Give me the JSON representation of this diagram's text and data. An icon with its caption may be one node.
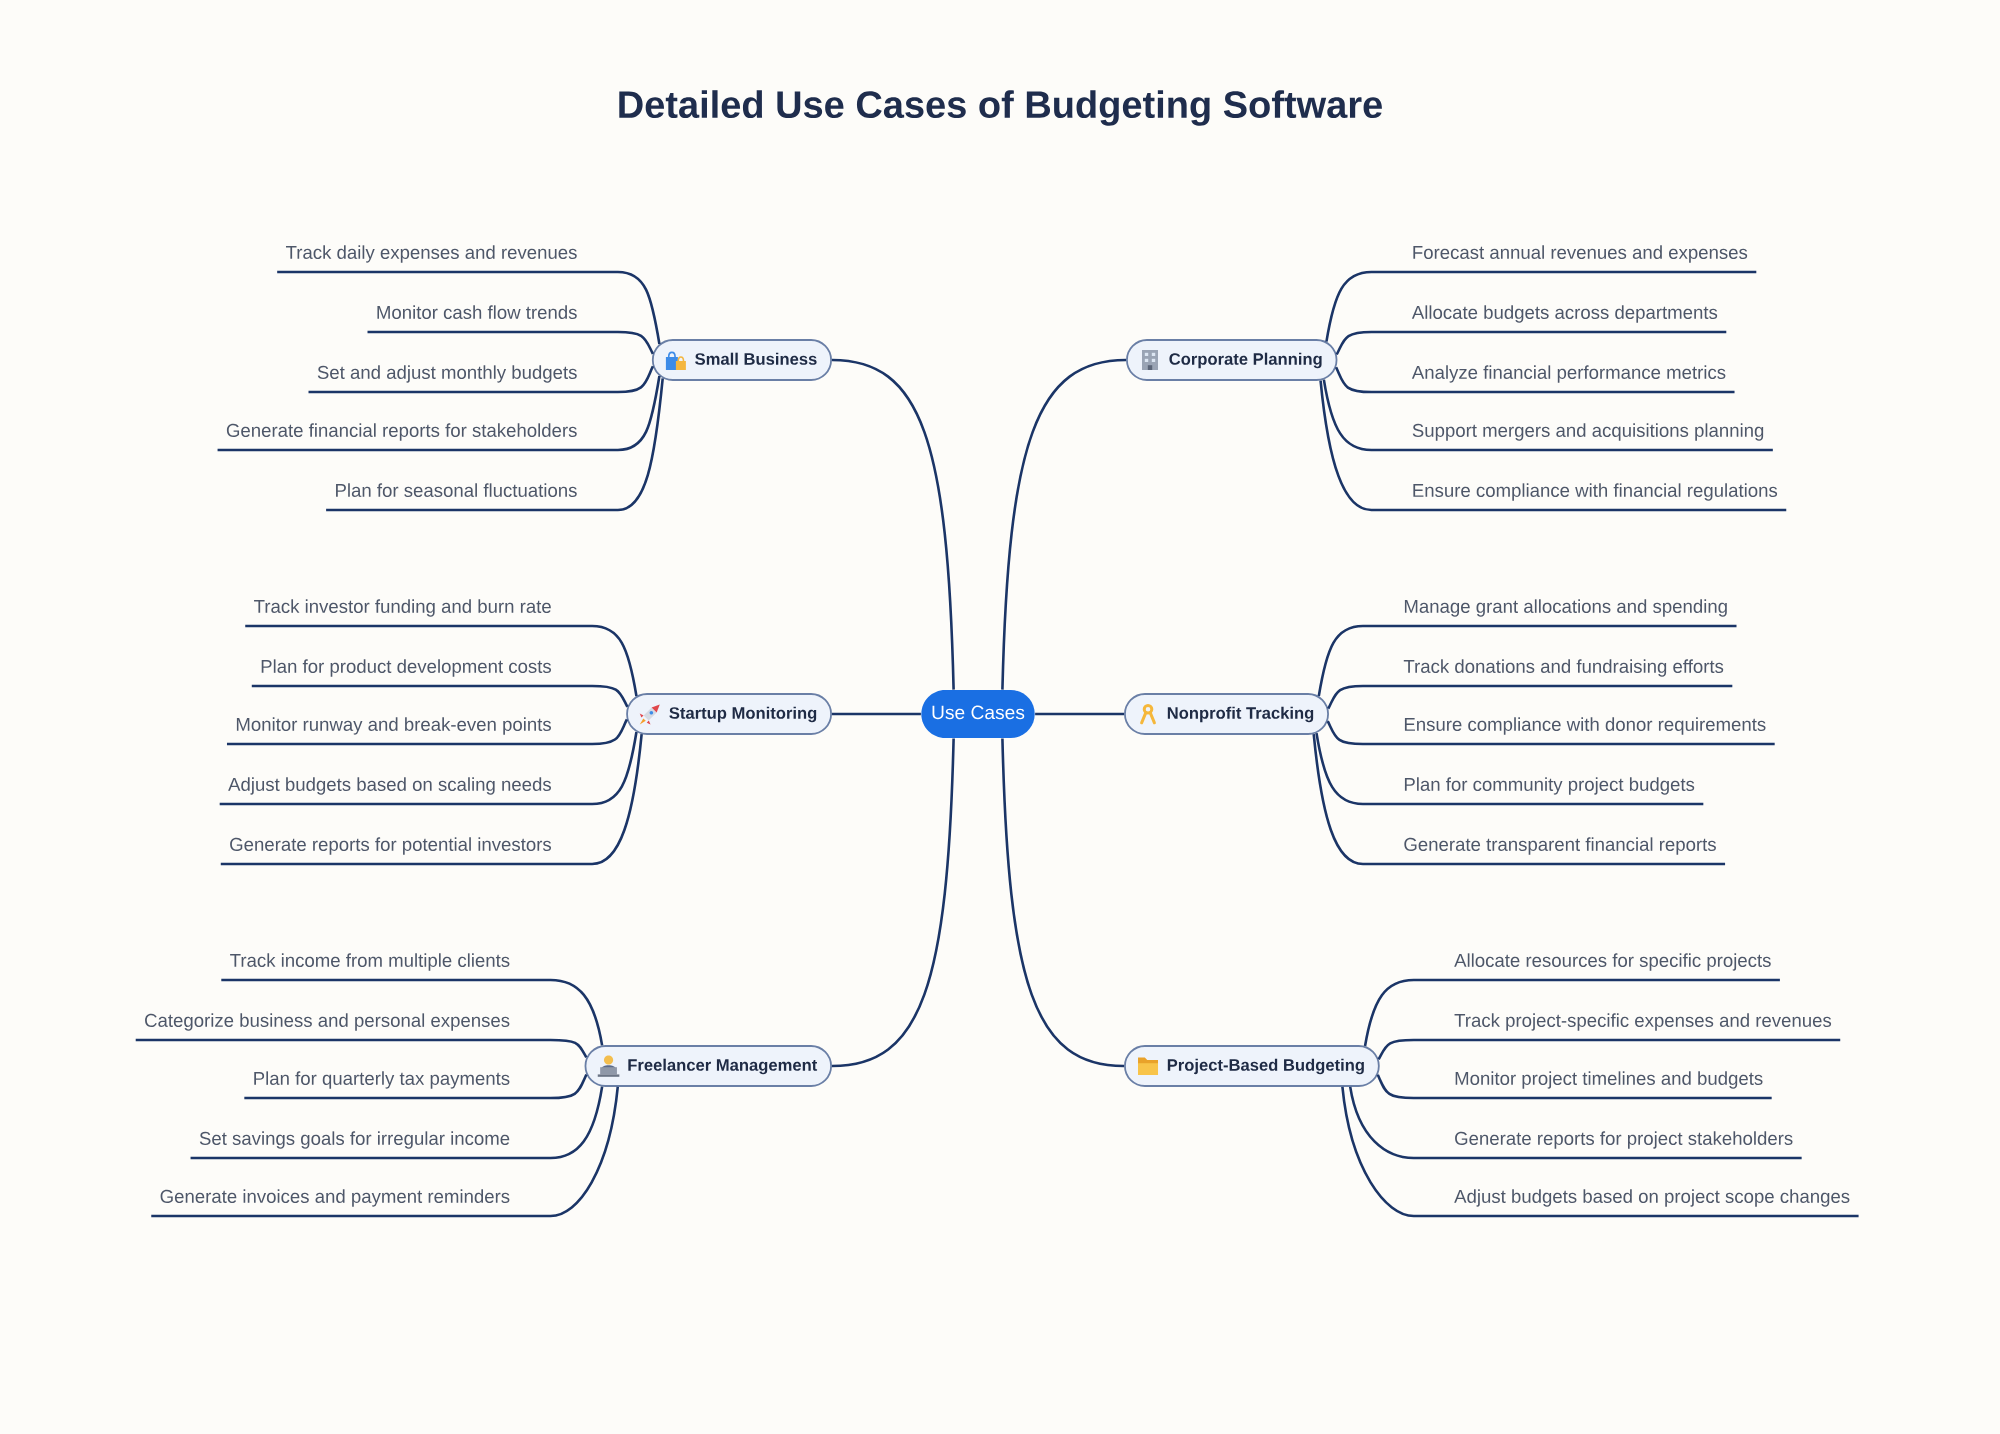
{
  "diagram": {
    "title": "Detailed Use Cases of Budgeting Software",
    "nodes": [
      {
        "text": [
          "Use Cases"
        ]
      },
      {
        "text": [
          "Small Business"
        ]
      },
      {
        "text": [
          "Track daily expenses and revenues"
        ]
      },
      {
        "text": [
          "Monitor cash flow trends"
        ]
      },
      {
        "text": [
          "Set and adjust monthly budgets"
        ]
      },
      {
        "text": [
          "Generate financial reports for stakeholders"
        ]
      },
      {
        "text": [
          "Plan for seasonal fluctuations"
        ]
      },
      {
        "text": [
          "Corporate Planning"
        ]
      },
      {
        "text": [
          "Forecast annual revenues and expenses"
        ]
      },
      {
        "text": [
          "Allocate budgets across departments"
        ]
      },
      {
        "text": [
          "Analyze financial performance metrics"
        ]
      },
      {
        "text": [
          "Support mergers and acquisitions planning"
        ]
      },
      {
        "text": [
          "Ensure compliance with financial regulations"
        ]
      },
      {
        "text": [
          "Startup Monitoring"
        ]
      },
      {
        "text": [
          "Track investor funding and burn rate"
        ]
      },
      {
        "text": [
          "Plan for product development costs"
        ]
      },
      {
        "text": [
          "Monitor runway and break-even points"
        ]
      },
      {
        "text": [
          "Adjust budgets based on scaling needs"
        ]
      },
      {
        "text": [
          "Generate reports for potential investors"
        ]
      },
      {
        "text": [
          "Nonprofit Tracking"
        ]
      },
      {
        "text": [
          "Manage grant allocations and spending"
        ]
      },
      {
        "text": [
          "Track donations and fundraising efforts"
        ]
      },
      {
        "text": [
          "Ensure compliance with donor requirements"
        ]
      },
      {
        "text": [
          "Plan for community project budgets"
        ]
      },
      {
        "text": [
          "Generate transparent financial reports"
        ]
      },
      {
        "text": [
          "Freelancer Management"
        ]
      },
      {
        "text": [
          "Track income from multiple clients"
        ]
      },
      {
        "text": [
          "Categorize business and personal expenses"
        ]
      },
      {
        "text": [
          "Plan for quarterly tax payments"
        ]
      },
      {
        "text": [
          "Set savings goals for irregular income"
        ]
      },
      {
        "text": [
          "Generate invoices and payment reminders"
        ]
      },
      {
        "text": [
          "Project-Based Budgeting"
        ]
      },
      {
        "text": [
          "Allocate resources for specific projects"
        ]
      },
      {
        "text": [
          "Track project-specific expenses and revenues"
        ]
      },
      {
        "text": [
          "Monitor project timelines and budgets"
        ]
      },
      {
        "text": [
          "Generate reports for project stakeholders"
        ]
      },
      {
        "text": [
          "Adjust budgets based on project scope changes"
        ]
      }
    ],
    "edges": [
      {
        "from": 0,
        "to": 1,
        "arrow": "none"
      },
      {
        "from": 1,
        "to": 2,
        "arrow": "none"
      },
      {
        "from": 1,
        "to": 3,
        "arrow": "none"
      },
      {
        "from": 1,
        "to": 4,
        "arrow": "none"
      },
      {
        "from": 1,
        "to": 5,
        "arrow": "none"
      },
      {
        "from": 1,
        "to": 6,
        "arrow": "none"
      },
      {
        "from": 0,
        "to": 7,
        "arrow": "none"
      },
      {
        "from": 7,
        "to": 8,
        "arrow": "none"
      },
      {
        "from": 7,
        "to": 9,
        "arrow": "none"
      },
      {
        "from": 7,
        "to": 10,
        "arrow": "none"
      },
      {
        "from": 7,
        "to": 11,
        "arrow": "none"
      },
      {
        "from": 7,
        "to": 12,
        "arrow": "none"
      },
      {
        "from": 0,
        "to": 13,
        "arrow": "none"
      },
      {
        "from": 13,
        "to": 14,
        "arrow": "none"
      },
      {
        "from": 13,
        "to": 15,
        "arrow": "none"
      },
      {
        "from": 13,
        "to": 16,
        "arrow": "none"
      },
      {
        "from": 13,
        "to": 17,
        "arrow": "none"
      },
      {
        "from": 13,
        "to": 18,
        "arrow": "none"
      },
      {
        "from": 0,
        "to": 19,
        "arrow": "none"
      },
      {
        "from": 19,
        "to": 20,
        "arrow": "none"
      },
      {
        "from": 19,
        "to": 21,
        "arrow": "none"
      },
      {
        "from": 19,
        "to": 22,
        "arrow": "none"
      },
      {
        "from": 19,
        "to": 23,
        "arrow": "none"
      },
      {
        "from": 19,
        "to": 24,
        "arrow": "none"
      },
      {
        "from": 0,
        "to": 25,
        "arrow": "none"
      },
      {
        "from": 25,
        "to": 26,
        "arrow": "none"
      },
      {
        "from": 25,
        "to": 27,
        "arrow": "none"
      },
      {
        "from": 25,
        "to": 28,
        "arrow": "none"
      },
      {
        "from": 25,
        "to": 29,
        "arrow": "none"
      },
      {
        "from": 25,
        "to": 30,
        "arrow": "none"
      },
      {
        "from": 0,
        "to": 31,
        "arrow": "none"
      },
      {
        "from": 31,
        "to": 32,
        "arrow": "none"
      },
      {
        "from": 31,
        "to": 33,
        "arrow": "none"
      },
      {
        "from": 31,
        "to": 34,
        "arrow": "none"
      },
      {
        "from": 31,
        "to": 35,
        "arrow": "none"
      },
      {
        "from": 31,
        "to": 36,
        "arrow": "none"
      }
    ]
  }
}
